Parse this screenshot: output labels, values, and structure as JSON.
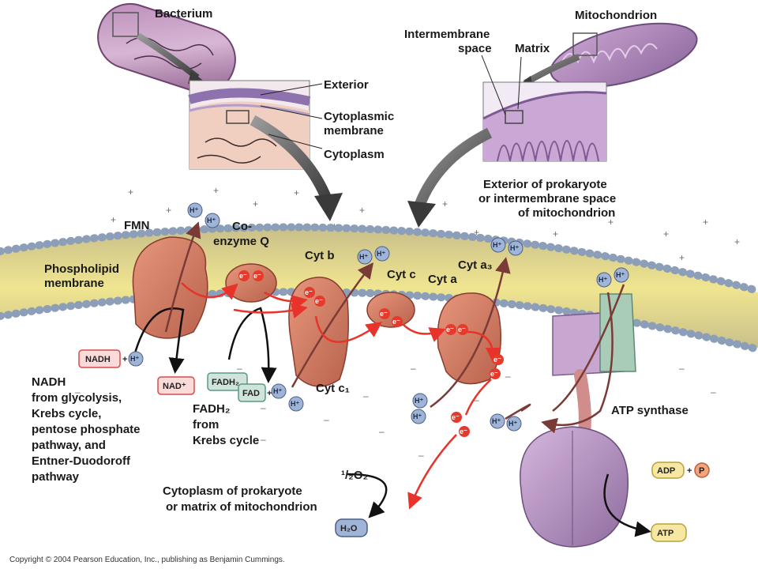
{
  "labels": {
    "bacterium": "Bacterium",
    "exterior": "Exterior",
    "cytoplasmic_l1": "Cytoplasmic",
    "cytoplasmic_l2": "membrane",
    "cytoplasm": "Cytoplasm",
    "mitochondrion": "Mitochondrion",
    "intermembrane_l1": "Intermembrane",
    "intermembrane_l2": "space",
    "matrix": "Matrix",
    "exterior_prok_l1": "Exterior of prokaryote",
    "exterior_prok_l2": "or intermembrane space",
    "exterior_prok_l3": "of mitochondrion",
    "fmn": "FMN",
    "coenzyme_l1": "Co-",
    "coenzyme_l2": "enzyme Q",
    "cyt_b": "Cyt b",
    "cyt_c": "Cyt c",
    "cyt_a": "Cyt a",
    "cyt_a3": "Cyt a₃",
    "cyt_c1": "Cyt c₁",
    "phospholipid_l1": "Phospholipid",
    "phospholipid_l2": "membrane",
    "atp_synthase": "ATP synthase",
    "nadh_src_1": "NADH",
    "nadh_src_2": "from glycolysis,",
    "nadh_src_3": "Krebs cycle,",
    "nadh_src_4": "pentose phosphate",
    "nadh_src_5": "pathway, and",
    "nadh_src_6": "Entner-Duodoroff",
    "nadh_src_7": "pathway",
    "fadh2_src_1": "FADH₂",
    "fadh2_src_2": "from",
    "fadh2_src_3": "Krebs cycle",
    "cytoplasm_prok_l1": "Cytoplasm of prokaryote",
    "cytoplasm_prok_l2": "or matrix of mitochondrion"
  },
  "molecules": {
    "nadh": "NADH",
    "plus": "+",
    "nad_plus": "NAD⁺",
    "fadh2": "FADH₂",
    "fad": "FAD",
    "h_plus": "H⁺",
    "e_minus": "e⁻",
    "half_o2": "¹/₂O₂",
    "h2o": "H₂O",
    "adp": "ADP",
    "p": "P",
    "atp": "ATP"
  },
  "copyright": "Copyright © 2004 Pearson Education, Inc., publishing as Benjamin Cummings."
}
